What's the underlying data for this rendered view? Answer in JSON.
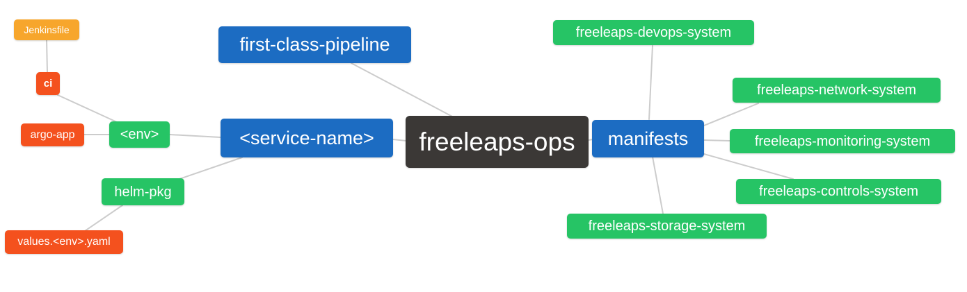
{
  "diagram": {
    "type": "mindmap",
    "root_label": "freeleaps-ops"
  },
  "palette": {
    "root_bg": "#3b3836",
    "branch_bg": "#1c6cc2",
    "child_bg": "#26c465",
    "leaf_red_bg": "#f4511e",
    "leaf_orange_bg": "#f7a62c",
    "edge": "#cccccc",
    "text": "#ffffff",
    "background": "#ffffff"
  },
  "nodes": [
    {
      "id": "jenkinsfile",
      "label": "Jenkinsfile",
      "color": "#f7a62c"
    },
    {
      "id": "ci",
      "label": "ci",
      "color": "#f4511e"
    },
    {
      "id": "argo-app",
      "label": "argo-app",
      "color": "#f4511e"
    },
    {
      "id": "env",
      "label": "<env>",
      "color": "#26c465"
    },
    {
      "id": "helm-pkg",
      "label": "helm-pkg",
      "color": "#26c465"
    },
    {
      "id": "values-env-yaml",
      "label": "values.<env>.yaml",
      "color": "#f4511e"
    },
    {
      "id": "first-class-pipeline",
      "label": "first-class-pipeline",
      "color": "#1c6cc2"
    },
    {
      "id": "service-name",
      "label": "<service-name>",
      "color": "#1c6cc2"
    },
    {
      "id": "freeleaps-ops",
      "label": "freeleaps-ops",
      "color": "#3b3836"
    },
    {
      "id": "manifests",
      "label": "manifests",
      "color": "#1c6cc2"
    },
    {
      "id": "devops-system",
      "label": "freeleaps-devops-system",
      "color": "#26c465"
    },
    {
      "id": "network-system",
      "label": "freeleaps-network-system",
      "color": "#26c465"
    },
    {
      "id": "monitoring-system",
      "label": "freeleaps-monitoring-system",
      "color": "#26c465"
    },
    {
      "id": "controls-system",
      "label": "freeleaps-controls-system",
      "color": "#26c465"
    },
    {
      "id": "storage-system",
      "label": "freeleaps-storage-system",
      "color": "#26c465"
    }
  ],
  "edges": [
    {
      "from": "jenkinsfile",
      "to": "ci"
    },
    {
      "from": "ci",
      "to": "env"
    },
    {
      "from": "argo-app",
      "to": "env"
    },
    {
      "from": "env",
      "to": "service-name"
    },
    {
      "from": "helm-pkg",
      "to": "service-name"
    },
    {
      "from": "values-env-yaml",
      "to": "helm-pkg"
    },
    {
      "from": "first-class-pipeline",
      "to": "freeleaps-ops"
    },
    {
      "from": "service-name",
      "to": "freeleaps-ops"
    },
    {
      "from": "freeleaps-ops",
      "to": "manifests"
    },
    {
      "from": "manifests",
      "to": "devops-system"
    },
    {
      "from": "manifests",
      "to": "network-system"
    },
    {
      "from": "manifests",
      "to": "monitoring-system"
    },
    {
      "from": "manifests",
      "to": "controls-system"
    },
    {
      "from": "manifests",
      "to": "storage-system"
    }
  ]
}
